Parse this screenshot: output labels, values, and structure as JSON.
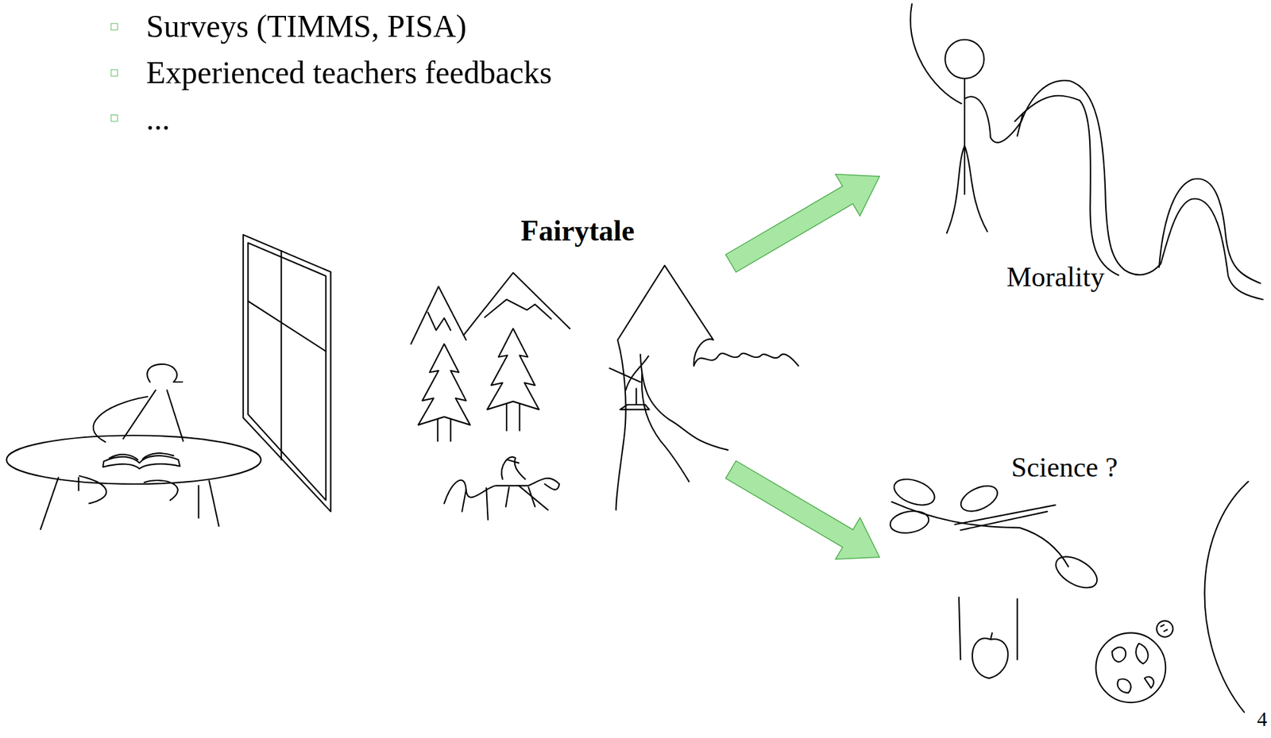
{
  "diagram": {
    "nodes": [
      {
        "text": [
          "Fairytale"
        ]
      },
      {
        "text": [
          "Morality"
        ]
      },
      {
        "text": [
          "Science ?"
        ]
      }
    ],
    "edges": [
      {
        "from": 0,
        "to": 1,
        "arrow": "to"
      },
      {
        "from": 0,
        "to": 2,
        "arrow": "to"
      }
    ],
    "labels": [
      "Surveys (TIMMS, PISA)",
      "Experienced teachers feedbacks",
      "...",
      "4"
    ]
  }
}
